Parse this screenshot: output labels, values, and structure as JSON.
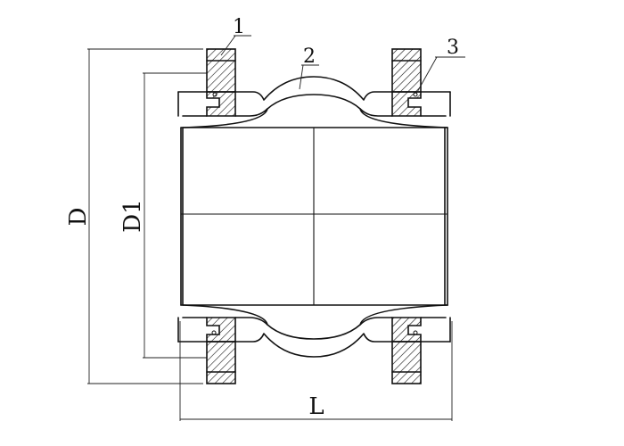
{
  "diagram": {
    "part_labels": {
      "p1": "1",
      "p2": "2",
      "p3": "3"
    },
    "dimension_labels": {
      "outer_diameter": "D",
      "bolt_circle": "D1",
      "length": "L"
    }
  }
}
